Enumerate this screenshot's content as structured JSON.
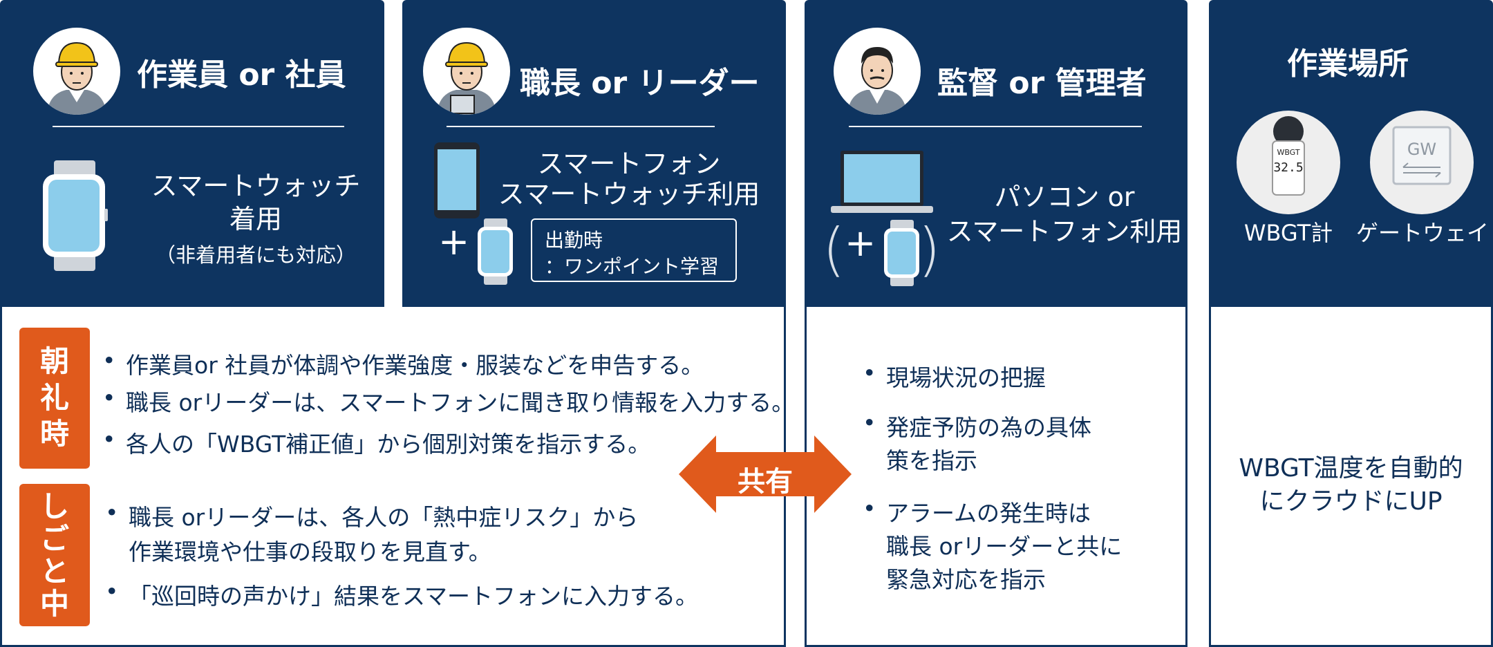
{
  "roles": [
    {
      "title": "作業員 or 社員",
      "device_lines": [
        "スマートウォッチ",
        "着用"
      ],
      "device_note": "（非着用者にも対応）"
    },
    {
      "title": "職長 or リーダー",
      "device_lines": [
        "スマートフォン",
        "スマートウォッチ利用"
      ],
      "box_lines": [
        "出勤時",
        "：ワンポイント学習"
      ]
    },
    {
      "title": "監督 or 管理者",
      "device_lines": [
        "パソコン or",
        "スマートフォン利用"
      ]
    }
  ],
  "site": {
    "title": "作業場所",
    "devices": [
      {
        "label": "WBGT計",
        "icon": "wbgt-meter-icon",
        "screen_label": "WBGT",
        "screen_value": "32.5"
      },
      {
        "label": "ゲートウェイ",
        "icon": "gateway-icon",
        "screen_label": "GW"
      }
    ],
    "body_lines": [
      "WBGT温度を自動的",
      "にクラウドにUP"
    ]
  },
  "morning": {
    "tag": [
      "朝",
      "礼",
      "時"
    ],
    "items": [
      "作業員or 社員が体調や作業強度・服装などを申告する。",
      "職長 orリーダーは、スマートフォンに聞き取り情報を入力する。",
      "各人の「WBGT補正値」から個別対策を指示する。"
    ]
  },
  "work": {
    "tag": [
      "し",
      "ご",
      "と",
      "中"
    ],
    "items": [
      [
        "職長 orリーダーは、各人の「熱中症リスク」から",
        "作業環境や仕事の段取りを見直す。"
      ],
      [
        "「巡回時の声かけ」結果をスマートフォンに入力する。"
      ]
    ]
  },
  "share_label": "共有",
  "manager_items": [
    [
      "現場状況の把握"
    ],
    [
      "発症予防の為の具体",
      "策を指示"
    ],
    [
      "アラームの発生時は",
      "職長 orリーダーと共に",
      "緊急対応を指示"
    ]
  ],
  "colors": {
    "navy": "#0e3460",
    "accent": "#e05a1c",
    "screen": "#8ccdeb"
  }
}
